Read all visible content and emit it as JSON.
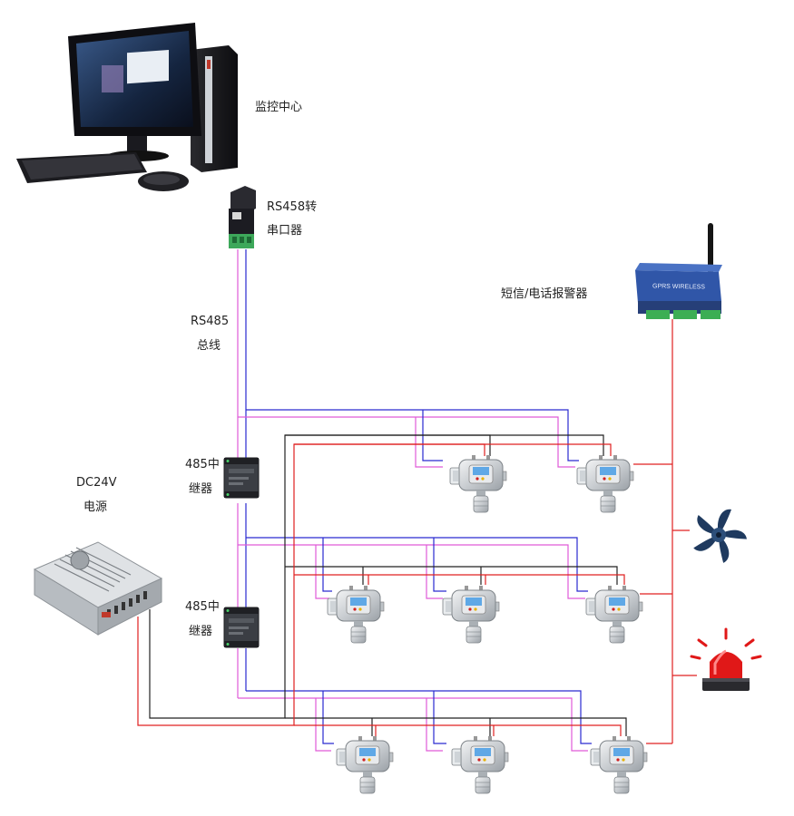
{
  "labels": {
    "monitor_center": "监控中心",
    "converter_line1": "RS458转",
    "converter_line2": "串口器",
    "bus_line1": "RS485",
    "bus_line2": "总线",
    "alarm_device": "短信/电话报警器",
    "power_line1": "DC24V",
    "power_line2": "电源",
    "repeater1_line1": "485中",
    "repeater1_line2": "继器",
    "repeater2_line1": "485中",
    "repeater2_line2": "继器"
  },
  "device_text": {
    "alarm_module_brand": "GPRS WIRELESS"
  },
  "colors": {
    "pink_wire": "#e05ad8",
    "blue_wire": "#2a2ad0",
    "black_wire": "#222222",
    "red_wire": "#e02020",
    "detector_metal": "#cfd3d6",
    "detector_screen": "#6ab0e8",
    "alarm_module": "#2c4f9e",
    "siren_red": "#e01818",
    "fan_blue": "#1f3a5f"
  },
  "detectors": {
    "row1": 2,
    "row2": 3,
    "row3": 3
  }
}
